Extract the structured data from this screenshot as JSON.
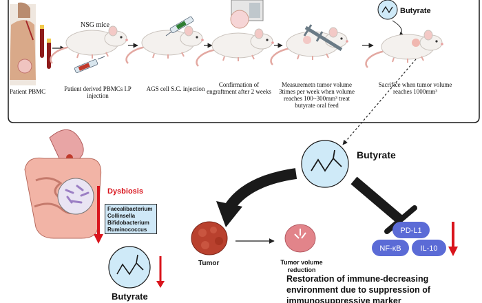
{
  "protocol": {
    "mice_label": "NSG mice",
    "compound_label": "Butyrate",
    "steps": [
      {
        "caption": "Patient PBMC"
      },
      {
        "caption": "Patient derived PBMCs I.P injection"
      },
      {
        "caption": "AGS cell S.C. injection"
      },
      {
        "caption": "Confirmation of engraftment after 2 weeks"
      },
      {
        "caption": "Measuremetn tumor volume 3times per week when volume reaches 100~300mm³ treat butyrate oral feed"
      },
      {
        "caption": "Sacrifice when tumor volume reaches 1000mm³"
      }
    ]
  },
  "mechanism": {
    "butyrate_label": "Butyrate",
    "dysbiosis_label": "Dysbiosis",
    "bacteria": [
      "Faecalibacterium",
      "Collinsella",
      "Bifidobacterium",
      "Ruminococcus"
    ],
    "gut_butyrate_label": "Butyrate",
    "tumor_label": "Tumor",
    "reduction_label": "Tumor volume reduction",
    "markers": [
      "PD-L1",
      "NF-κB",
      "IL-10"
    ],
    "restoration_text": "Restoration of immune-decreasing environment due to suppression of immunosuppressive marker"
  },
  "colors": {
    "panel_border": "#1a1a1a",
    "molecule_fill": "#cfeaf8",
    "marker_fill": "#5b6bd6",
    "down_arrow": "#d9141c",
    "tumor": "#b9412e",
    "mouse_body": "#f4f1ee"
  }
}
